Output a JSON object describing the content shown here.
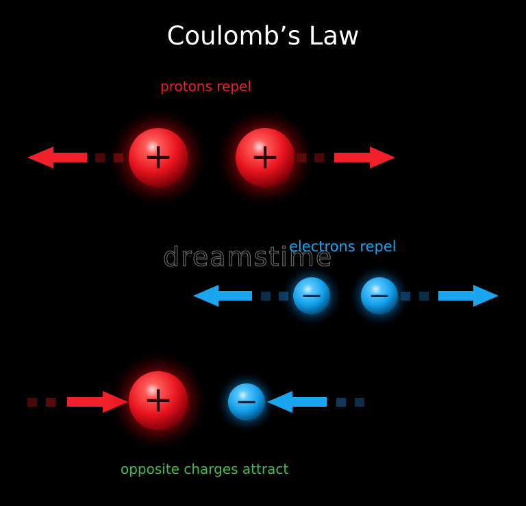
{
  "title": "Coulomb’s Law",
  "watermark": "dreamstime",
  "colors": {
    "proton": "#f0202a",
    "electron": "#1aa6ee",
    "attract_label": "#3fbf4f",
    "background": "#000000",
    "title": "#ffffff"
  },
  "panels": {
    "protons": {
      "label": "protons repel",
      "charge_a": "+",
      "charge_b": "+",
      "arrow_left_icon": "arrow-left-icon",
      "arrow_right_icon": "arrow-right-icon"
    },
    "electrons": {
      "label": "electrons repel",
      "charge_a": "−",
      "charge_b": "−",
      "arrow_left_icon": "arrow-left-icon",
      "arrow_right_icon": "arrow-right-icon"
    },
    "opposite": {
      "label": "opposite charges attract",
      "charge_a": "+",
      "charge_b": "−",
      "arrow_left_icon": "arrow-right-icon",
      "arrow_right_icon": "arrow-left-icon"
    }
  }
}
